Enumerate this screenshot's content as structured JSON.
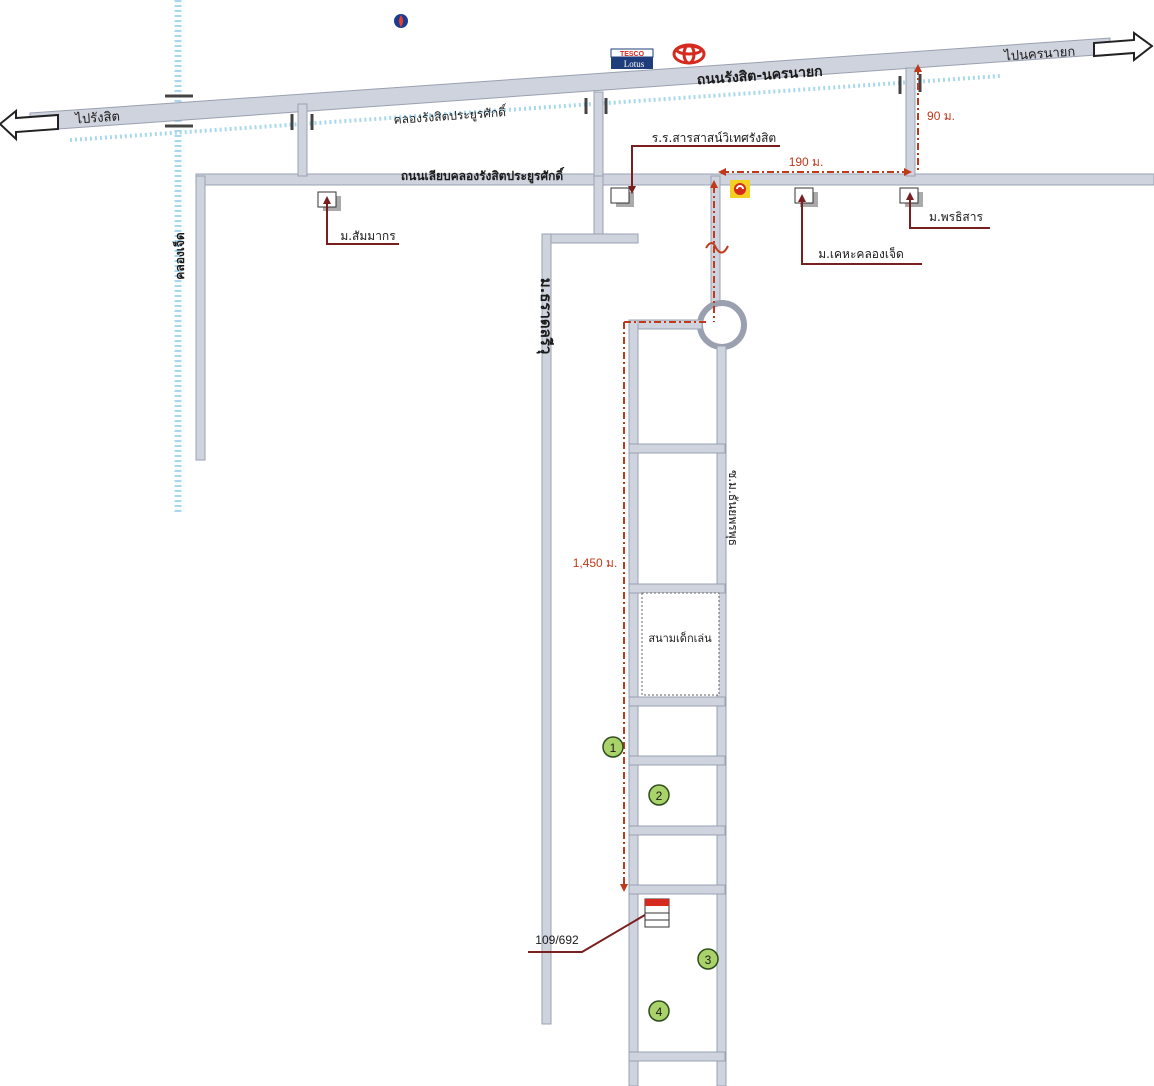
{
  "map": {
    "roads": {
      "main_highway": "ถนนรังสิต-นครนายก",
      "frontage_road": "ถนนเลียบคลองรังสิตประยูรศักดิ์",
      "canal_road": "คลองรังสิตประยูรศักดิ์",
      "canal_7": "คลองเจ็ด",
      "soi_mhorapd": "ม.ธราดลรีวุ",
      "soi_right": "ซ.ม.ธันยพรพุธ"
    },
    "directions": {
      "to_rangsit": "ไปรังสิต",
      "to_nakhon_nayok": "ไปนครนายก"
    },
    "places": {
      "school": "ร.ร.สารสาสน์วิเทศรังสิต",
      "sammakorn": "ม.สัมมากร",
      "pornsiri": "ม.พรธิสาร",
      "kheha": "ม.เคหะคลองเจ็ด",
      "playground": "สนามเด็กเล่น",
      "destination_address": "109/692"
    },
    "logos": {
      "tesco_top": "TESCO",
      "tesco_bottom": "Lotus"
    },
    "distances": {
      "d90": "90 ม.",
      "d190": "190 ม.",
      "d1450": "1,450 ม."
    },
    "markers": [
      "1",
      "2",
      "3",
      "4"
    ],
    "colors": {
      "road_fill": "#cfd3de",
      "road_edge": "#9aa0b0",
      "route_dash": "#c0391b",
      "leader_line": "#7a1f1f",
      "marker_green": "#a9d36a",
      "canal_blue": "#a8d8ee"
    }
  }
}
